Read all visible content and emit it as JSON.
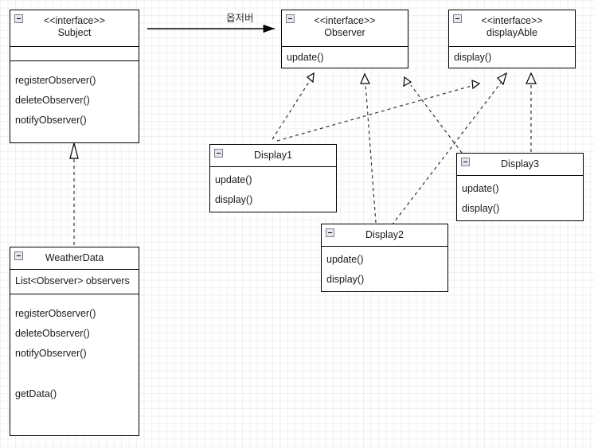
{
  "diagram": {
    "title": "Observer pattern UML class diagram",
    "background": "#ffffff",
    "grid_minor_color": "#f1f1f1",
    "grid_major_color": "#d6d6d6",
    "line_color": "#000000",
    "text_color": "#1a1a1a"
  },
  "edge_label": {
    "text": "옵저버"
  },
  "classes": {
    "subject": {
      "stereotype": "<<interface>>",
      "name": "Subject",
      "attributes": [],
      "operations": [
        "registerObserver()",
        "deleteObserver()",
        "notifyObserver()"
      ],
      "collapse_icon": "minus-icon"
    },
    "observer": {
      "stereotype": "<<interface>>",
      "name": "Observer",
      "attributes": [],
      "operations": [
        "update()"
      ],
      "collapse_icon": "minus-icon"
    },
    "displayable": {
      "stereotype": "<<interface>>",
      "name": "displayAble",
      "attributes": [],
      "operations": [
        "display()"
      ],
      "collapse_icon": "minus-icon"
    },
    "weatherdata": {
      "stereotype": "",
      "name": "WeatherData",
      "attributes": [
        "List<Observer> observers"
      ],
      "operations": [
        "registerObserver()",
        "deleteObserver()",
        "notifyObserver()",
        "",
        "getData()"
      ],
      "collapse_icon": "minus-icon"
    },
    "display1": {
      "stereotype": "",
      "name": "Display1",
      "attributes": [],
      "operations": [
        "update()",
        "display()"
      ],
      "collapse_icon": "minus-icon"
    },
    "display2": {
      "stereotype": "",
      "name": "Display2",
      "attributes": [],
      "operations": [
        "update()",
        "display()"
      ],
      "collapse_icon": "minus-icon"
    },
    "display3": {
      "stereotype": "",
      "name": "Display3",
      "attributes": [],
      "operations": [
        "update()",
        "display()"
      ],
      "collapse_icon": "minus-icon"
    }
  },
  "relations": [
    {
      "from": "subject",
      "to": "observer",
      "type": "association-solid-arrow",
      "label": "옵저버"
    },
    {
      "from": "weatherdata",
      "to": "subject",
      "type": "realization-dashed"
    },
    {
      "from": "display1",
      "to": "observer",
      "type": "realization-dashed"
    },
    {
      "from": "display1",
      "to": "displayable",
      "type": "realization-dashed"
    },
    {
      "from": "display2",
      "to": "observer",
      "type": "realization-dashed"
    },
    {
      "from": "display2",
      "to": "displayable",
      "type": "realization-dashed"
    },
    {
      "from": "display3",
      "to": "observer",
      "type": "realization-dashed"
    },
    {
      "from": "display3",
      "to": "displayable",
      "type": "realization-dashed"
    }
  ]
}
